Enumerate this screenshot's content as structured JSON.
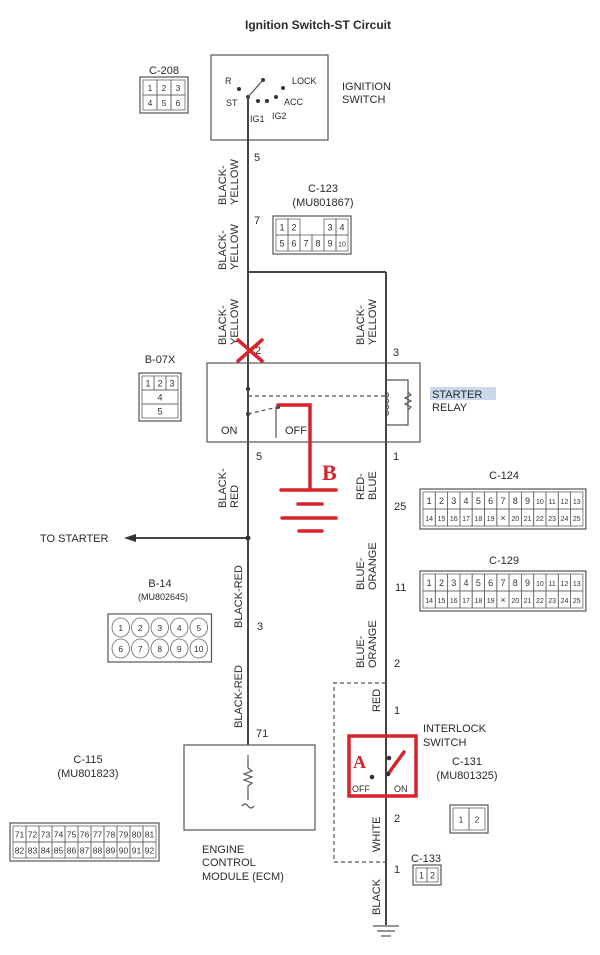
{
  "title": "Ignition Switch-ST Circuit",
  "ignition_switch": {
    "label_line1": "IGNITION",
    "label_line2": "SWITCH",
    "positions": {
      "r": "R",
      "st": "ST",
      "lock": "LOCK",
      "acc": "ACC",
      "ig1": "IG1",
      "ig2": "IG2"
    }
  },
  "connectors": {
    "c208": {
      "id": "C-208",
      "rows": [
        [
          "1",
          "2",
          "3"
        ],
        [
          "4",
          "5",
          "6"
        ]
      ]
    },
    "c123": {
      "id": "C-123",
      "part": "(MU801867)",
      "rows": [
        [
          "1",
          "2",
          "",
          "",
          "3",
          "4"
        ],
        [
          "5",
          "6",
          "7",
          "8",
          "9",
          "10"
        ]
      ]
    },
    "b07x": {
      "id": "B-07X",
      "rows": [
        [
          "1",
          "2",
          "3"
        ],
        [
          "4"
        ],
        [
          "5"
        ]
      ]
    },
    "c124": {
      "id": "C-124",
      "rows": [
        [
          "1",
          "2",
          "3",
          "4",
          "5",
          "6",
          "7",
          "8",
          "9",
          "10",
          "11",
          "12",
          "13"
        ],
        [
          "14",
          "15",
          "16",
          "17",
          "18",
          "19",
          "×",
          "20",
          "21",
          "22",
          "23",
          "24",
          "25"
        ]
      ]
    },
    "c129": {
      "id": "C-129",
      "rows": [
        [
          "1",
          "2",
          "3",
          "4",
          "5",
          "6",
          "7",
          "8",
          "9",
          "10",
          "11",
          "12",
          "13"
        ],
        [
          "14",
          "15",
          "16",
          "17",
          "18",
          "19",
          "×",
          "20",
          "21",
          "22",
          "23",
          "24",
          "25"
        ]
      ]
    },
    "b14": {
      "id": "B-14",
      "part": "(MU802645)",
      "rows": [
        [
          "1",
          "2",
          "3",
          "4",
          "5"
        ],
        [
          "6",
          "7",
          "8",
          "9",
          "10"
        ]
      ]
    },
    "c115": {
      "id": "C-115",
      "part": "(MU801823)",
      "rows": [
        [
          "71",
          "72",
          "73",
          "74",
          "75",
          "76",
          "77",
          "78",
          "79",
          "80",
          "81"
        ],
        [
          "82",
          "83",
          "84",
          "85",
          "86",
          "87",
          "88",
          "89",
          "90",
          "91",
          "92"
        ]
      ]
    },
    "c131": {
      "id": "C-131",
      "part": "(MU801325)",
      "rows": [
        [
          "1",
          "2"
        ]
      ]
    },
    "c133": {
      "id": "C-133",
      "rows": [
        [
          "1",
          "2"
        ]
      ]
    }
  },
  "wires": {
    "black_yellow": "BLACK-",
    "black_yellow2": "YELLOW",
    "black_red1": "BLACK-",
    "black_red2": "RED",
    "black_red_single": "BLACK-RED",
    "red_blue1": "RED-",
    "red_blue2": "BLUE",
    "blue_orange1": "BLUE-",
    "blue_orange2": "ORANGE",
    "red": "RED",
    "white": "WHITE",
    "black": "BLACK"
  },
  "pins": {
    "p5a": "5",
    "p7": "7",
    "p2a": "2",
    "p3a": "3",
    "p5b": "5",
    "p1a": "1",
    "p25": "25",
    "p11": "11",
    "p3b": "3",
    "p2b": "2",
    "p71": "71",
    "p1b": "1",
    "p2c": "2",
    "p1c": "1"
  },
  "starter_relay": {
    "label_line1": "STARTER",
    "label_line2": "RELAY",
    "on": "ON",
    "off": "OFF",
    "highlight": "#c9d8ea"
  },
  "to_starter": "TO STARTER",
  "interlock": {
    "label_line1": "INTERLOCK",
    "label_line2": "SWITCH",
    "off": "OFF",
    "on": "ON"
  },
  "ecm": {
    "line1": "ENGINE",
    "line2": "CONTROL",
    "line3": "MODULE (ECM)"
  },
  "annotations": {
    "a": "A",
    "b": "B",
    "color": "#d8232a"
  }
}
